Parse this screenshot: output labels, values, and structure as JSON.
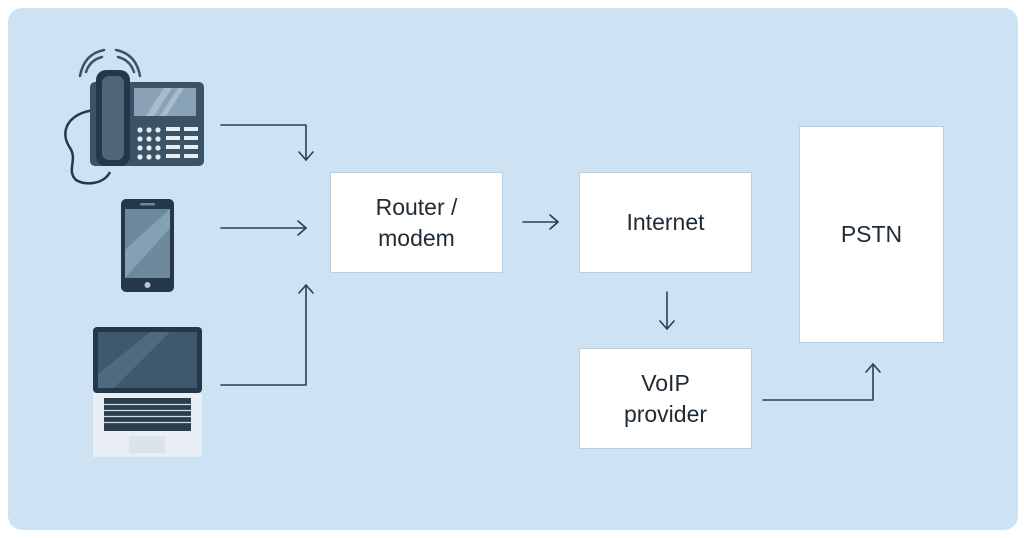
{
  "diagram": {
    "nodes": {
      "router": "Router /\nmodem",
      "internet": "Internet",
      "voip": "VoIP\nprovider",
      "pstn": "PSTN"
    },
    "devices": [
      "desk-phone-icon",
      "smartphone-icon",
      "laptop-icon"
    ],
    "edges": [
      {
        "from": "desk-phone",
        "to": "router"
      },
      {
        "from": "smartphone",
        "to": "router"
      },
      {
        "from": "laptop",
        "to": "router"
      },
      {
        "from": "router",
        "to": "internet"
      },
      {
        "from": "internet",
        "to": "voip"
      },
      {
        "from": "voip",
        "to": "pstn"
      }
    ],
    "colors": {
      "background": "#cde3f4",
      "box": "#ffffff",
      "line": "#2c3e4c",
      "device": "#3b5366",
      "device_dark": "#25384a",
      "screen": "#7f98ab"
    }
  }
}
